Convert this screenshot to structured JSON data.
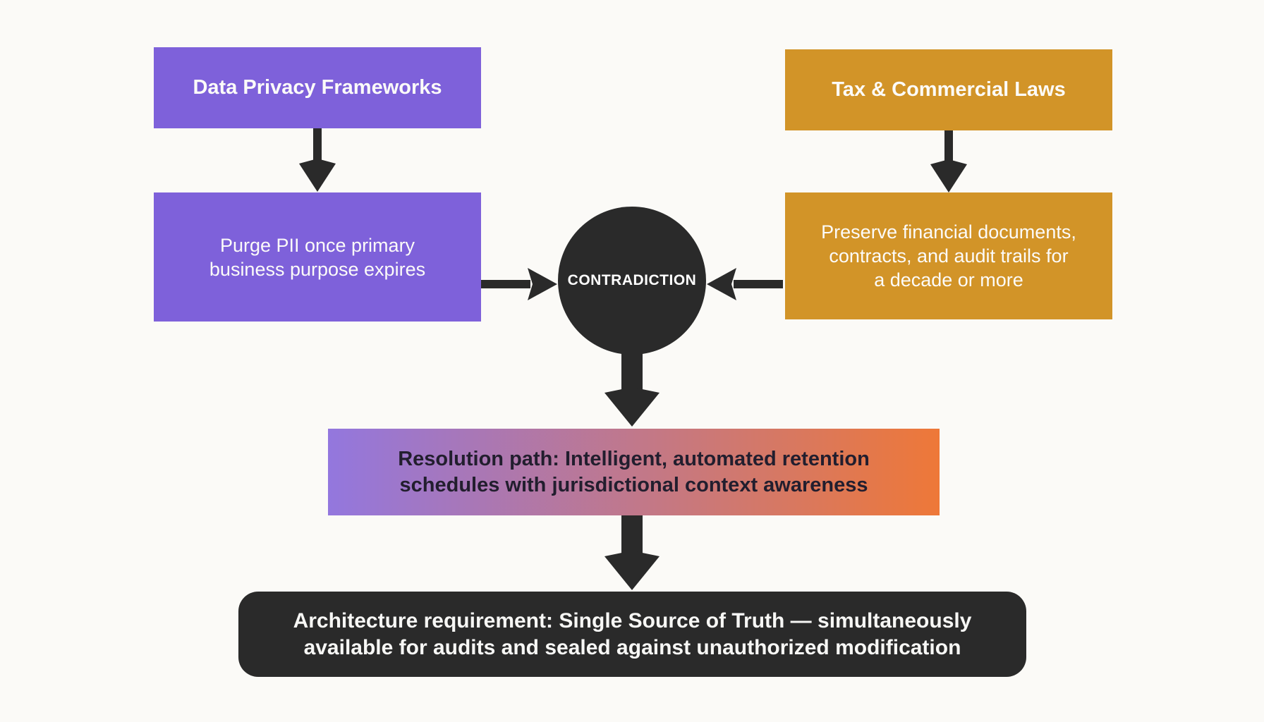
{
  "colors": {
    "background": "#FBFAF7",
    "purple": "#7E61DA",
    "gold": "#D29428",
    "dark": "#2A2A2A",
    "gradient_left": "#9377DE",
    "gradient_right": "#EE7838",
    "text_light": "#FCFBF9",
    "text_dark": "#221E2E"
  },
  "diagram": {
    "left_branch": {
      "header": "Data Privacy Frameworks",
      "detail_lines": {
        "0": "Purge PII once primary",
        "1": "business purpose expires"
      }
    },
    "right_branch": {
      "header": "Tax & Commercial Laws",
      "detail_lines": {
        "0": "Preserve financial documents,",
        "1": "contracts, and audit trails for",
        "2": "a decade or more"
      }
    },
    "conflict_label": "CONTRADICTION",
    "resolution_lines": {
      "0": "Resolution path: Intelligent, automated retention",
      "1": "schedules with jurisdictional context awareness"
    },
    "architecture_lines": {
      "0": "Architecture requirement: Single Source of Truth — simultaneously",
      "1": "available for audits and sealed against unauthorized modification"
    }
  }
}
